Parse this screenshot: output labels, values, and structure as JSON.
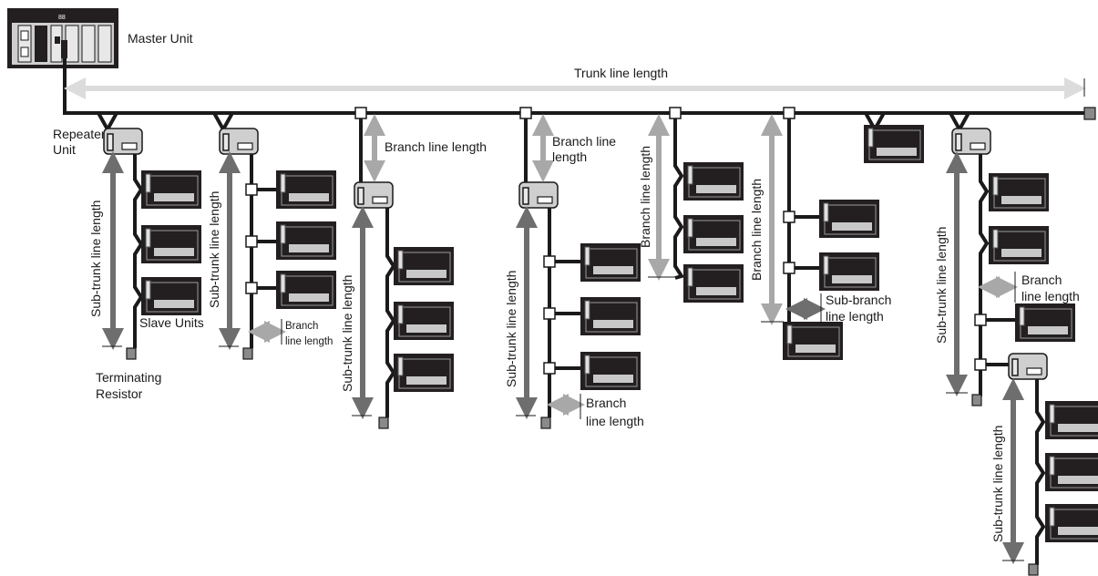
{
  "labels": {
    "master_unit": "Master Unit",
    "master_display": "88",
    "trunk_line_length": "Trunk line length",
    "repeater_unit_line1": "Repeater",
    "repeater_unit_line2": "Unit",
    "slave_units": "Slave Units",
    "terminating_resistor_line1": "Terminating",
    "terminating_resistor_line2": "Resistor",
    "sub_trunk_line_length": "Sub-trunk line length",
    "branch_line_length": "Branch line length",
    "branch_line_length_line1": "Branch line",
    "branch_line_length_line2": "length",
    "branch": "Branch",
    "line_length": "line length",
    "sub_branch": "Sub-branch",
    "sub_branch_line_length_line2": "line length"
  },
  "colors": {
    "cable": "#1a1a1a",
    "unit_body": "#231f20",
    "repeater_fill": "#cfcfcf",
    "trunk_arrow": "#dcdcdc",
    "branch_arrow": "#a8a8a8",
    "subtrunk_arrow": "#6e6e6e",
    "terminator": "#8a8a8a"
  }
}
